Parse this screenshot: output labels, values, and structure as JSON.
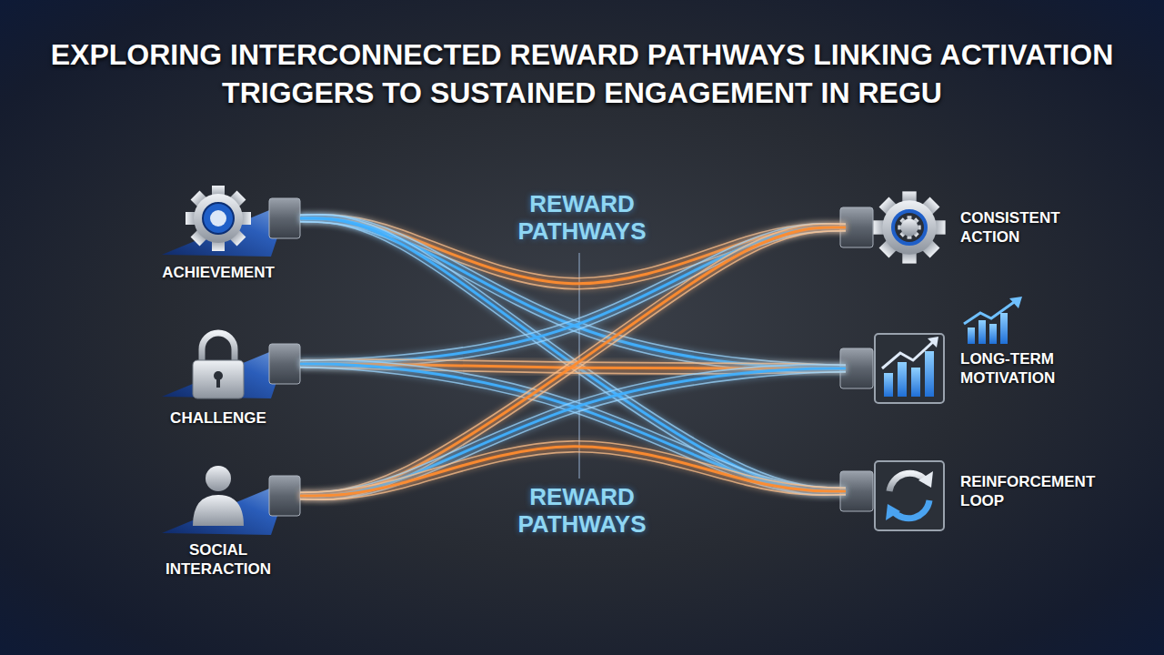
{
  "diagram": {
    "title": "EXPLORING INTERCONNECTED REWARD PATHWAYS LINKING ACTIVATION TRIGGERS TO SUSTAINED ENGAGEMENT IN REGU",
    "nodes": [
      {
        "text": [
          "ACHIEVEMENT"
        ]
      },
      {
        "text": [
          "CHALLENGE"
        ]
      },
      {
        "text": [
          "SOCIAL INTERACTION"
        ]
      },
      {
        "text": [
          "CONSISTENT ACTION"
        ]
      },
      {
        "text": [
          "LONG-TERM MOTIVATION"
        ]
      },
      {
        "text": [
          "REINFORCEMENT LOOP"
        ]
      }
    ],
    "edges": [
      {
        "from": 0,
        "to": 3,
        "arrow": "none"
      },
      {
        "from": 0,
        "to": 4,
        "arrow": "none"
      },
      {
        "from": 0,
        "to": 5,
        "arrow": "none"
      },
      {
        "from": 1,
        "to": 3,
        "arrow": "none"
      },
      {
        "from": 1,
        "to": 4,
        "arrow": "none"
      },
      {
        "from": 1,
        "to": 5,
        "arrow": "none"
      },
      {
        "from": 2,
        "to": 3,
        "arrow": "none"
      },
      {
        "from": 2,
        "to": 4,
        "arrow": "none"
      },
      {
        "from": 2,
        "to": 5,
        "arrow": "none"
      }
    ],
    "labels": [
      "REWARD PATHWAYS",
      "REWARD PATHWAYS"
    ]
  }
}
